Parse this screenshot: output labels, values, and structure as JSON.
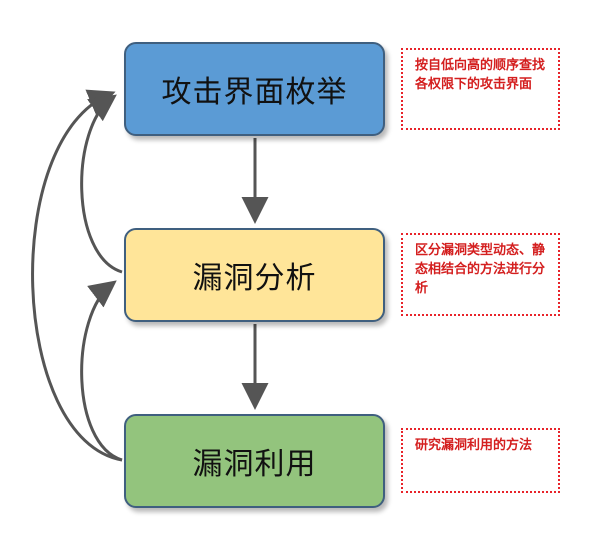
{
  "colors": {
    "box1_fill": "#5b9bd5",
    "box2_fill": "#ffe599",
    "box3_fill": "#93c47d",
    "box_border": "#3f5f7f",
    "arrow": "#555555",
    "note_border": "#e8232a",
    "note_text": "#d41f1f"
  },
  "steps": [
    {
      "label": "攻击界面枚举",
      "note": "按自低向高的顺序查找各权限下的攻击界面"
    },
    {
      "label": "漏洞分析",
      "note": "区分漏洞类型动态、静态相结合的方法进行分析"
    },
    {
      "label": "漏洞利用",
      "note": "研究漏洞利用的方法"
    }
  ]
}
